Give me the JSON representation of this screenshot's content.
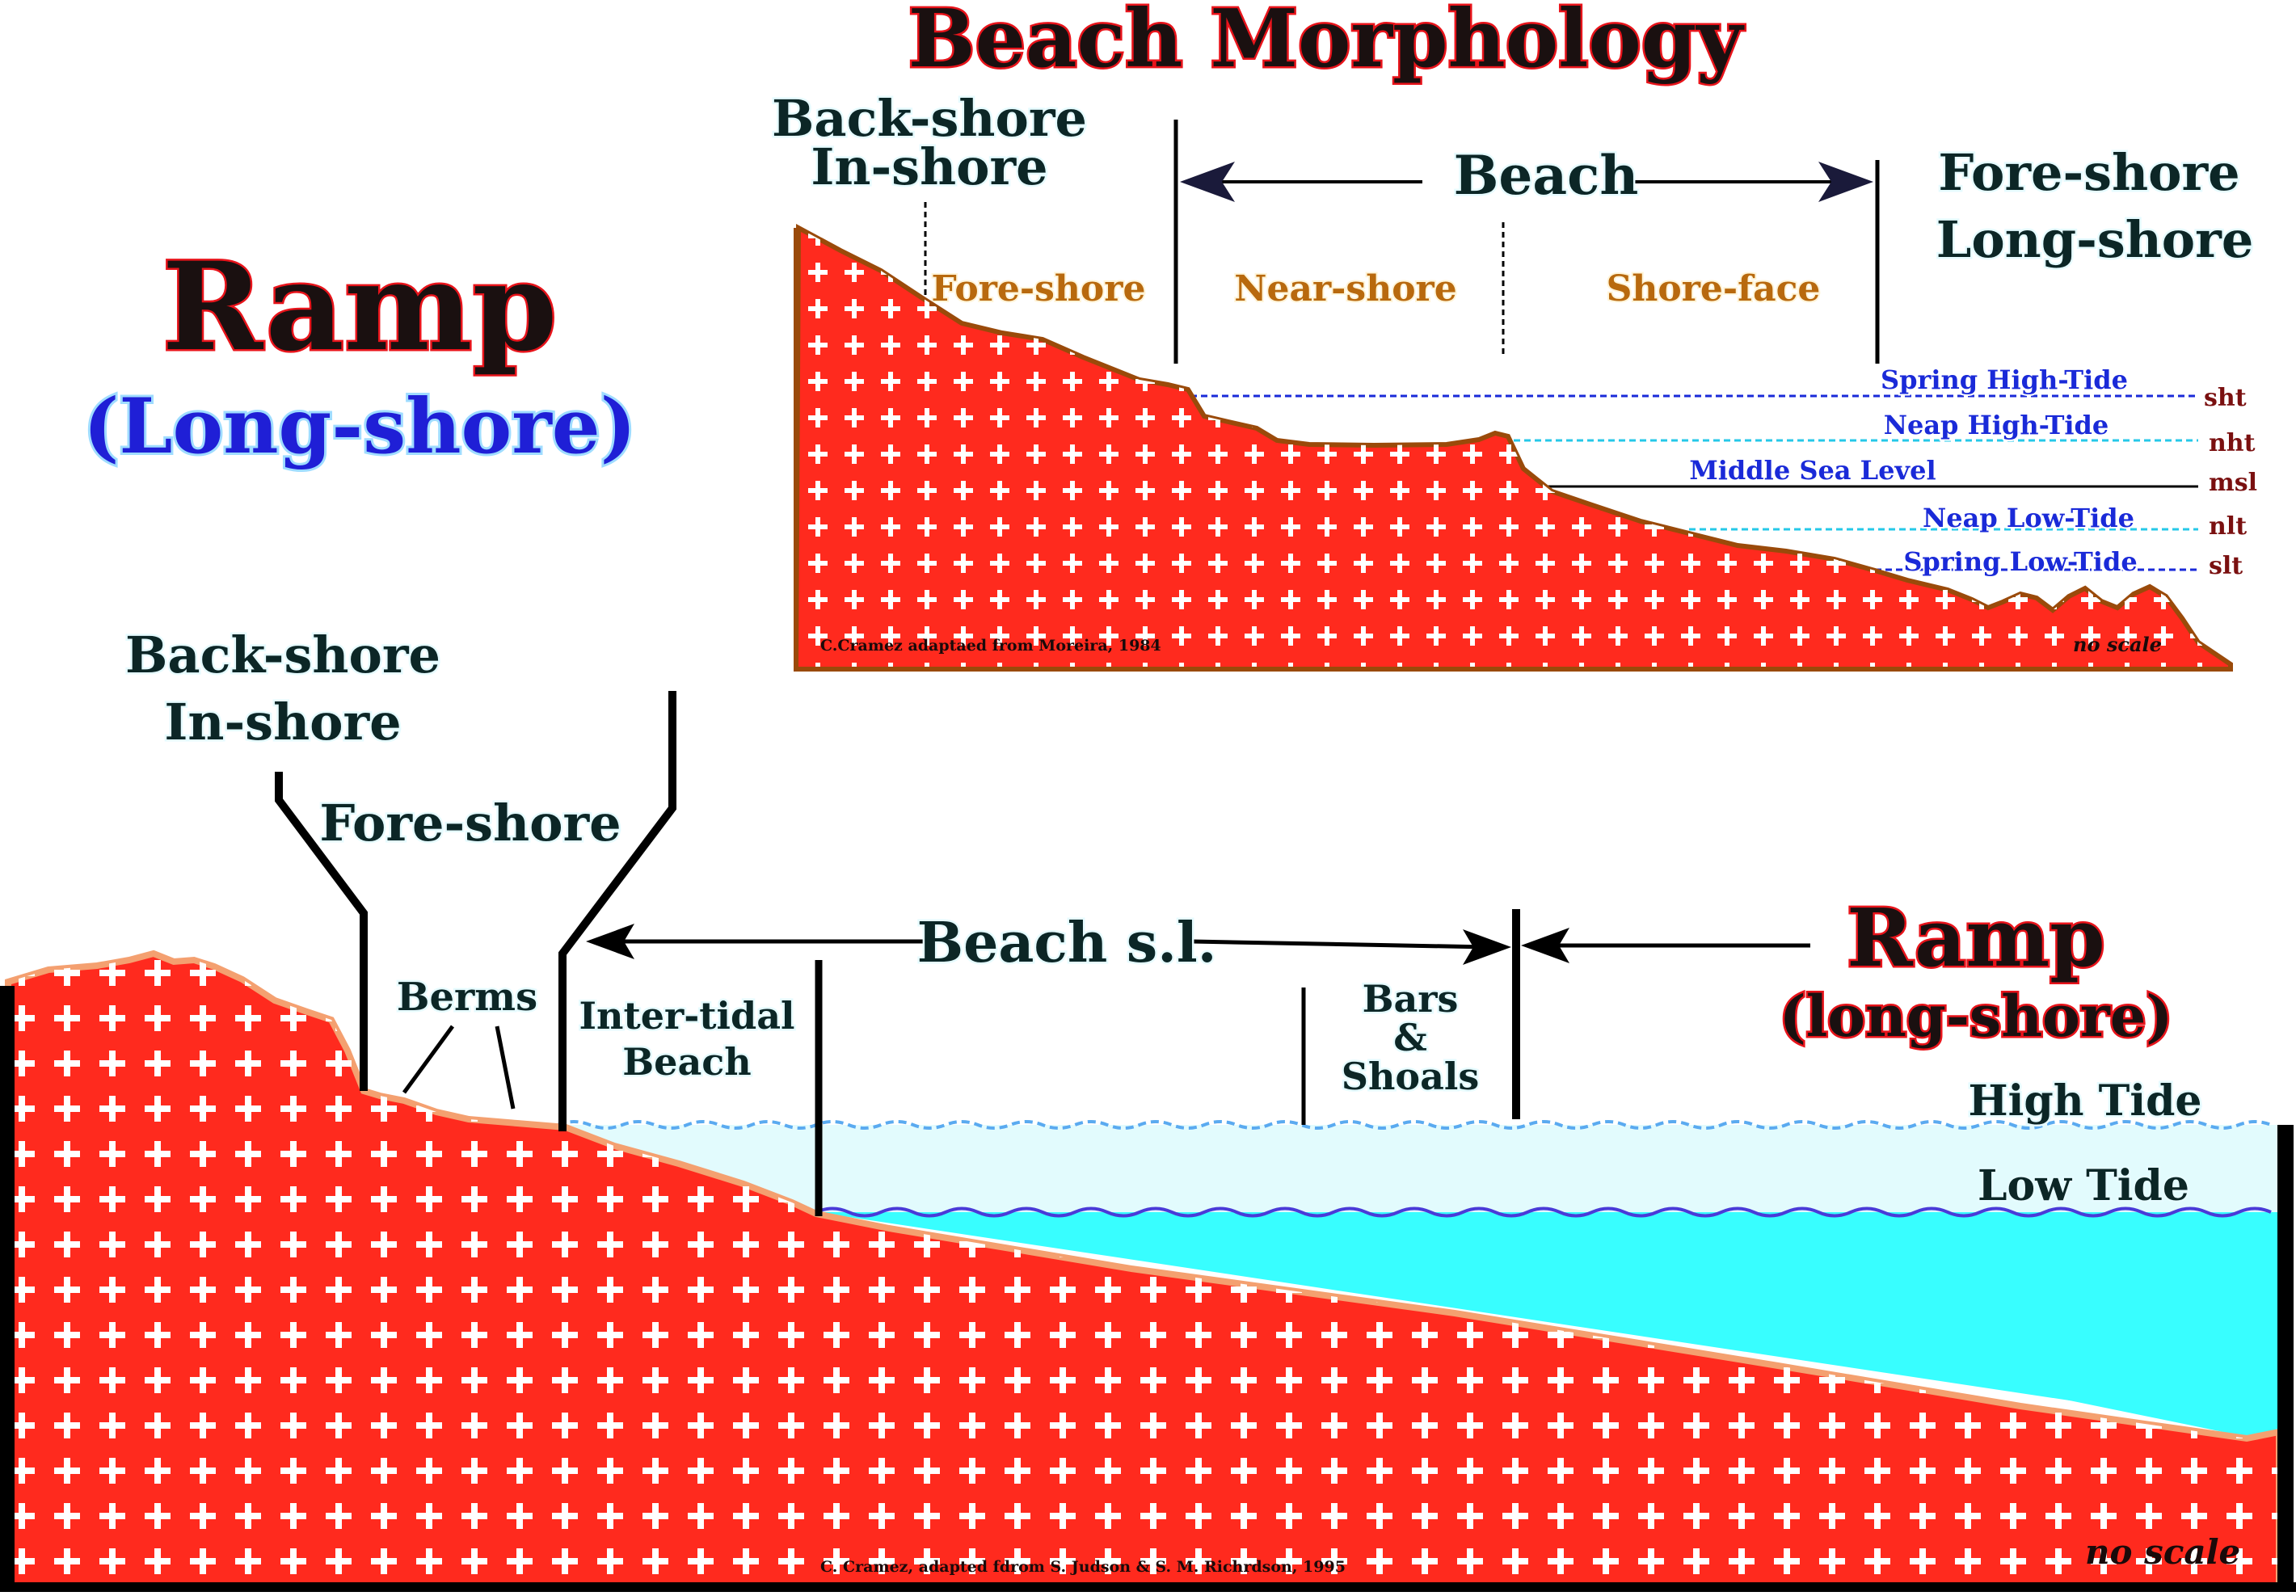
{
  "colors": {
    "rock": "#ff2a1e",
    "rock_edge_top": "#9a4a0a",
    "rock_edge_bottom": "#f4a070",
    "water": "#38feff",
    "water_high": "#e2fbfd",
    "line": "#000000",
    "level_line": "#1a2ad8",
    "neap_line": "#26c8e8"
  },
  "top_diagram": {
    "title": "Beach Morphology",
    "backshore_label": [
      "Back-shore",
      "In-shore"
    ],
    "beach_label": "Beach",
    "foreshore_right_label": [
      "Fore-shore",
      "Long-shore"
    ],
    "zones": [
      "Fore-shore",
      "Near-shore",
      "Shore-face"
    ],
    "levels": [
      {
        "name": "Spring High-Tide",
        "abbr": "sht"
      },
      {
        "name": "Neap High-Tide",
        "abbr": "nht"
      },
      {
        "name": "Middle Sea Level",
        "abbr": "msl"
      },
      {
        "name": "Neap Low-Tide",
        "abbr": "nlt"
      },
      {
        "name": "Spring Low-Tide",
        "abbr": "slt"
      }
    ],
    "credit": "C.Cramez adaptaed from Moreira, 1984",
    "no_scale": "no scale"
  },
  "left_title": {
    "title": "Ramp",
    "subtitle": "(Long-shore)"
  },
  "bottom_diagram": {
    "backshore_label": [
      "Back-shore",
      "In-shore"
    ],
    "foreshore_label": "Fore-shore",
    "berms_label": "Berms",
    "intertidal_label": [
      "Inter-tidal",
      "Beach"
    ],
    "beach_sl_label": "Beach s.l.",
    "bars_label": [
      "Bars",
      "&",
      "Shoals"
    ],
    "ramp_title": "Ramp",
    "ramp_subtitle": "(long-shore)",
    "high_tide": "High Tide",
    "low_tide": "Low Tide",
    "credit": "C. Cramez, adapted fdrom S. Judson & S. M. Richrdson, 1995",
    "no_scale": "no scale"
  }
}
